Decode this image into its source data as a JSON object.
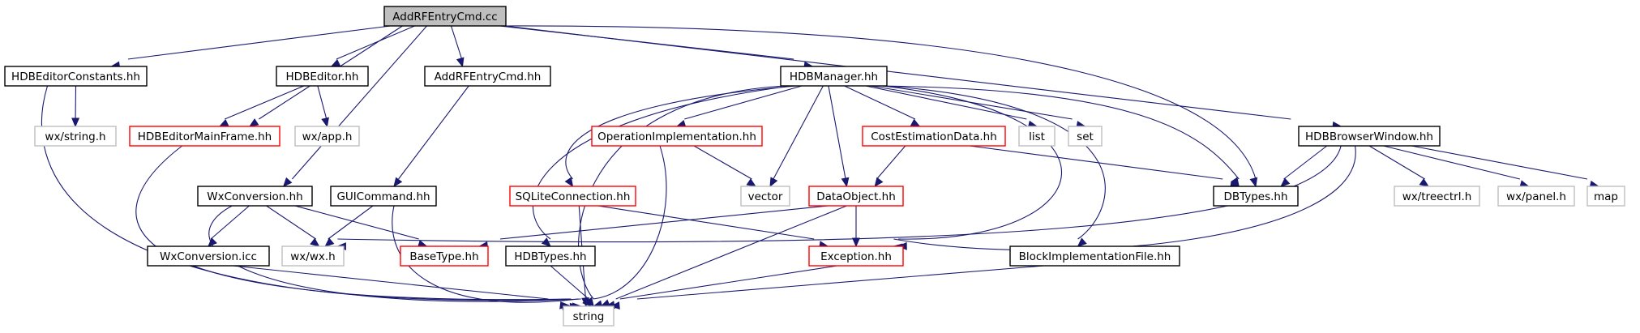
{
  "diagram": {
    "type": "include-dependency-graph",
    "colors": {
      "edge": "#191970",
      "root_fill": "#bfbfbf",
      "normal_border": "#000000",
      "partial_border": "#ff0000",
      "missing_border": "#bfbfbf",
      "node_fill": "#ffffff"
    },
    "nodes": [
      {
        "id": "root",
        "label": "AddRFEntryCmd.cc",
        "kind": "root"
      },
      {
        "id": "hdbeditorconstants",
        "label": "HDBEditorConstants.hh",
        "kind": "normal"
      },
      {
        "id": "hdbeditor",
        "label": "HDBEditor.hh",
        "kind": "normal"
      },
      {
        "id": "addrfentrycmd_hh",
        "label": "AddRFEntryCmd.hh",
        "kind": "normal"
      },
      {
        "id": "hdbmanager",
        "label": "HDBManager.hh",
        "kind": "normal"
      },
      {
        "id": "hdbbrowserwindow",
        "label": "HDBBrowserWindow.hh",
        "kind": "normal"
      },
      {
        "id": "wxstring",
        "label": "wx/string.h",
        "kind": "missing"
      },
      {
        "id": "hdbeditormainframe",
        "label": "HDBEditorMainFrame.hh",
        "kind": "partial"
      },
      {
        "id": "wxapp",
        "label": "wx/app.h",
        "kind": "missing"
      },
      {
        "id": "operationimpl",
        "label": "OperationImplementation.hh",
        "kind": "partial"
      },
      {
        "id": "costestimation",
        "label": "CostEstimationData.hh",
        "kind": "partial"
      },
      {
        "id": "list",
        "label": "list",
        "kind": "missing"
      },
      {
        "id": "set",
        "label": "set",
        "kind": "missing"
      },
      {
        "id": "wxconversion",
        "label": "WxConversion.hh",
        "kind": "normal"
      },
      {
        "id": "guicommand",
        "label": "GUICommand.hh",
        "kind": "normal"
      },
      {
        "id": "sqliteconnection",
        "label": "SQLiteConnection.hh",
        "kind": "partial"
      },
      {
        "id": "vector",
        "label": "vector",
        "kind": "missing"
      },
      {
        "id": "dataobject",
        "label": "DataObject.hh",
        "kind": "partial"
      },
      {
        "id": "dbtypes",
        "label": "DBTypes.hh",
        "kind": "normal"
      },
      {
        "id": "wxtreectrl",
        "label": "wx/treectrl.h",
        "kind": "missing"
      },
      {
        "id": "wxpanel",
        "label": "wx/panel.h",
        "kind": "missing"
      },
      {
        "id": "map",
        "label": "map",
        "kind": "missing"
      },
      {
        "id": "wxconversion_icc",
        "label": "WxConversion.icc",
        "kind": "normal"
      },
      {
        "id": "wxwx",
        "label": "wx/wx.h",
        "kind": "missing"
      },
      {
        "id": "basetype",
        "label": "BaseType.hh",
        "kind": "partial"
      },
      {
        "id": "hdbtypes",
        "label": "HDBTypes.hh",
        "kind": "normal"
      },
      {
        "id": "exception",
        "label": "Exception.hh",
        "kind": "partial"
      },
      {
        "id": "blockimplfile",
        "label": "BlockImplementationFile.hh",
        "kind": "normal"
      },
      {
        "id": "string",
        "label": "string",
        "kind": "missing"
      }
    ]
  }
}
